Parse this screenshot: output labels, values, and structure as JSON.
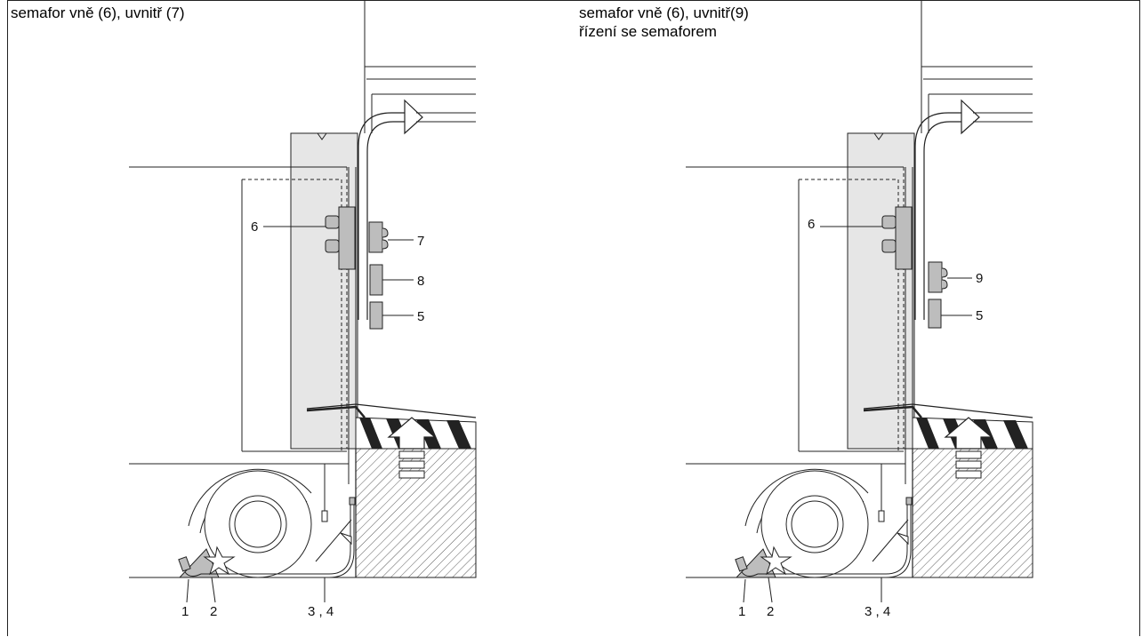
{
  "panels": [
    {
      "title": "semafor vně (6), uvnitř (7)",
      "subtitle": "",
      "callouts": {
        "outside_light": "6",
        "inside_light": "7",
        "control": "8",
        "switch": "5"
      },
      "bottom_labels": {
        "left_a": "1",
        "left_b": "2",
        "right": "3 , 4"
      }
    },
    {
      "title": "semafor vně (6), uvnitř(9)",
      "subtitle": "řízení se semaforem",
      "callouts": {
        "outside_light": "6",
        "inside_light": "9",
        "switch": "5"
      },
      "bottom_labels": {
        "left_a": "1",
        "left_b": "2",
        "right": "3 , 4"
      }
    }
  ],
  "colors": {
    "line": "#222222",
    "trailer_fill": "#e6e6e6",
    "device_fill": "#bdbdbd",
    "hatch": "#333333"
  }
}
